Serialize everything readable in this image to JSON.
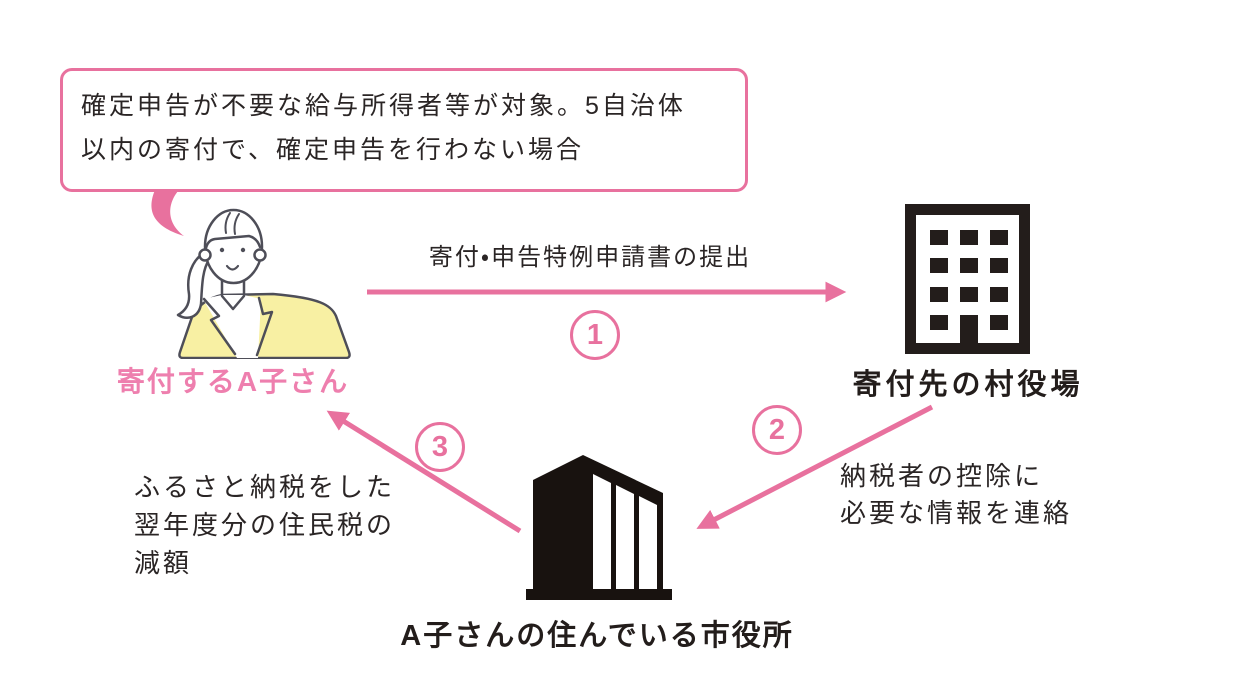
{
  "bubble": {
    "lines": [
      "確定申告が不要な給与所得者等が対象。5自治体",
      "以内の寄付で、確定申告を行わない場合"
    ]
  },
  "actors": {
    "donor": {
      "label": "寄付するA子さん",
      "icon": "woman-ponytail-illustration"
    },
    "village": {
      "label": "寄付先の村役場",
      "icon": "office-building-outline-icon"
    },
    "city": {
      "label": "A子さんの住んでいる市役所",
      "icon": "city-hall-building-icon"
    }
  },
  "flows": [
    {
      "step": "1",
      "from": "寄付するA子さん",
      "to": "寄付先の村役場",
      "lines": [
        "寄付・申告特例申請書の提出"
      ]
    },
    {
      "step": "2",
      "from": "寄付先の村役場",
      "to": "A子さんの住んでいる市役所",
      "lines": [
        "納税者の控除に",
        "必要な情報を連絡"
      ]
    },
    {
      "step": "3",
      "from": "A子さんの住んでいる市役所",
      "to": "寄付するA子さん",
      "lines": [
        "ふるさと納税をした",
        "翌年度分の住民税の",
        "減額"
      ]
    }
  ],
  "colors": {
    "accent_pink": "#e8719e",
    "label_pink": "#ee7fae",
    "ink_black": "#2a2525",
    "building_black": "#231d1b",
    "jacket_yellow": "#f8f0a3",
    "line_art_gray": "#4e4e58"
  }
}
